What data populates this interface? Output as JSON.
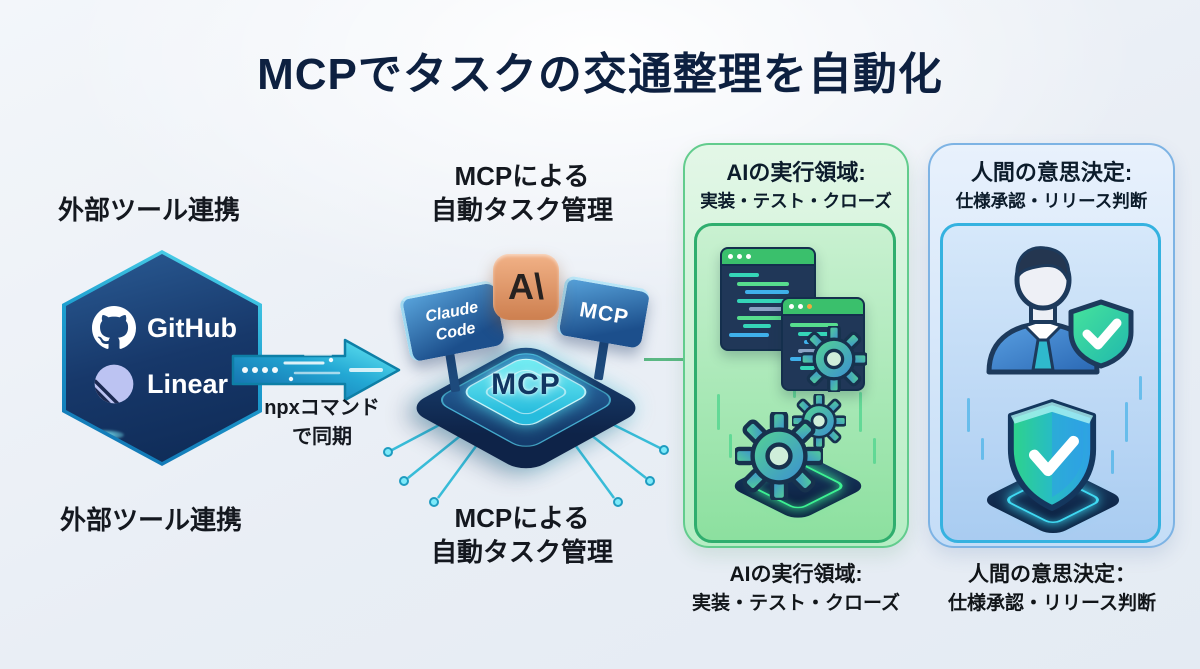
{
  "title": "MCPでタスクの交通整理を自動化",
  "left": {
    "top_label": "外部ツール連携",
    "bottom_label": "外部ツール連携",
    "hex_items": [
      {
        "label": "GitHub"
      },
      {
        "label": "Linear"
      }
    ]
  },
  "arrow": {
    "label_line1": "npxコマンド",
    "label_line2": "で同期"
  },
  "center": {
    "top_label_line1": "MCPによる",
    "top_label_line2": "自動タスク管理",
    "bottom_label_line1": "MCPによる",
    "bottom_label_line2": "自動タスク管理",
    "chip": {
      "left_tag_line1": "Claude",
      "left_tag_line2": "Code",
      "ai_glyph": "A\\",
      "right_tag": "MCP",
      "chip_label": "MCP"
    }
  },
  "ai_panel": {
    "header_line1": "AIの実行領域:",
    "header_line2": "実装・テスト・クローズ",
    "footer_line1": "AIの実行領域:",
    "footer_line2": "実装・テスト・クローズ"
  },
  "human_panel": {
    "header_line1": "人間の意思決定:",
    "header_line2": "仕様承認・リリース判断",
    "footer_line1": "人間の意思決定：",
    "footer_line2": "仕様承認・リリース判断"
  },
  "icons": [
    "github-icon",
    "linear-icon",
    "sync-arrow-icon",
    "ai-logo-icon",
    "code-window-icon",
    "gear-icon",
    "person-icon",
    "shield-check-icon",
    "chip-icon"
  ],
  "colors": {
    "title_navy": "#0d2040",
    "hex_blue": "#17386a",
    "accent_cyan": "#2fc4e4",
    "panel_green": "#b6edc4",
    "panel_green_border": "#2fae6e",
    "panel_blue": "#c4ddf7",
    "panel_blue_border": "#35b2e0",
    "window_header_green": "#3ac06c",
    "ai_logo_orange": "#cd7f4f",
    "shield_green": "#2ed489",
    "shield_blue": "#2f9fe8"
  }
}
